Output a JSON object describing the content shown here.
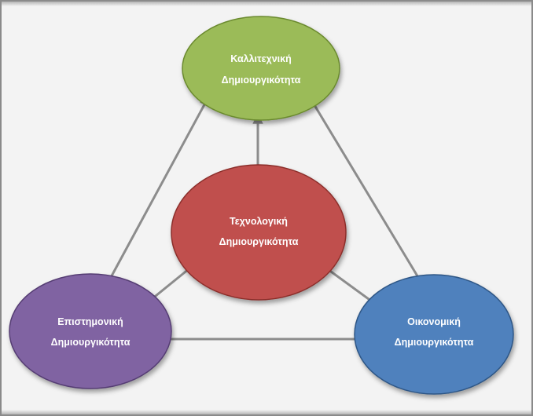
{
  "nodes": {
    "artistic": {
      "line1": "Καλλιτεχνική",
      "line2": "Δημιουργικότητα",
      "color": "#9bbb59",
      "stroke": "#6b8a2e"
    },
    "technological": {
      "line1": "Τεχνολογική",
      "line2": "Δημιουργικότητα",
      "color": "#c0504d",
      "stroke": "#8c2f2c"
    },
    "scientific": {
      "line1": "Επιστημονική",
      "line2": "Δημιουργικότητα",
      "color": "#8064a2",
      "stroke": "#553c73"
    },
    "economic": {
      "line1": "Οικονομική",
      "line2": "Δημιουργικότητα",
      "color": "#4f81bd",
      "stroke": "#2e5786"
    }
  },
  "arrow_color": "#8c8c8c"
}
